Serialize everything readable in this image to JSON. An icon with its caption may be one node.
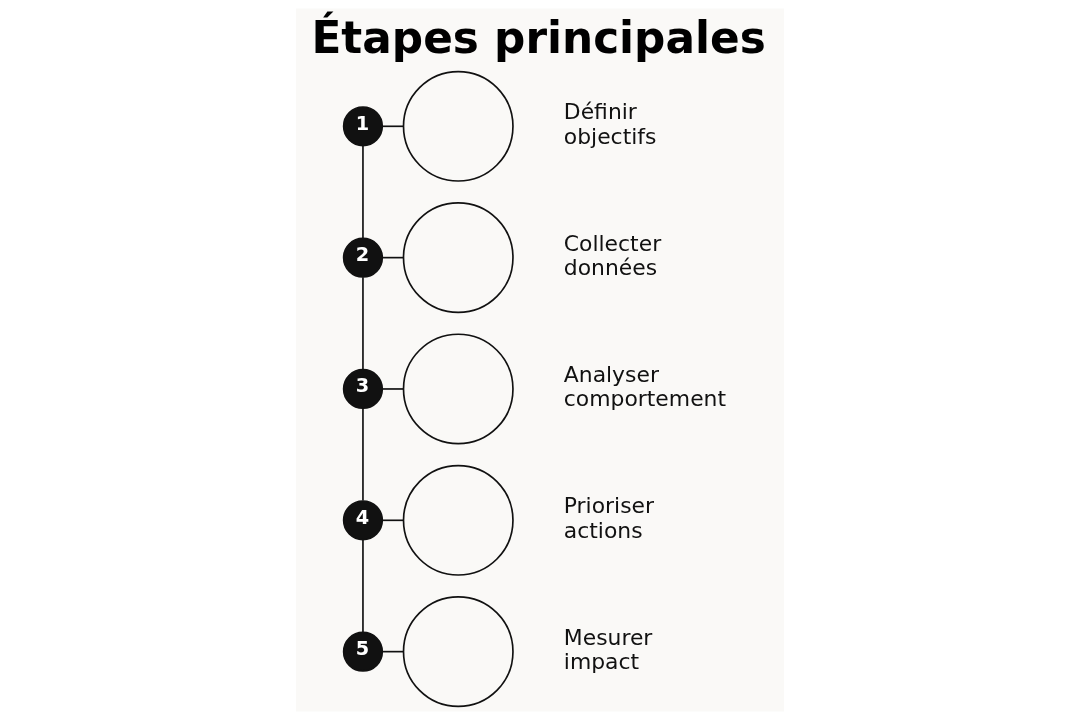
{
  "diagram": {
    "title": "Étapes principales",
    "nodes": [
      {
        "text": [
          "1"
        ]
      },
      {
        "text": [],
        "shape": "circle",
        "beside": [
          "Définir objectifs"
        ]
      },
      {
        "text": [
          "2"
        ]
      },
      {
        "text": [],
        "shape": "circle",
        "beside": [
          "Collecter données"
        ]
      },
      {
        "text": [
          "3"
        ]
      },
      {
        "text": [],
        "shape": "circle",
        "beside": [
          "Analyser comportement"
        ]
      },
      {
        "text": [
          "4"
        ]
      },
      {
        "text": [],
        "shape": "circle",
        "beside": [
          "Prioriser actions"
        ]
      },
      {
        "text": [
          "5"
        ]
      },
      {
        "text": [],
        "shape": "circle",
        "beside": [
          "Mesurer impact"
        ]
      }
    ],
    "edges": [
      {
        "from": 0,
        "to": 1,
        "arrow": "none"
      },
      {
        "from": 0,
        "to": 2,
        "arrow": "none"
      },
      {
        "from": 2,
        "to": 3,
        "arrow": "none"
      },
      {
        "from": 2,
        "to": 4,
        "arrow": "none"
      },
      {
        "from": 4,
        "to": 5,
        "arrow": "none"
      },
      {
        "from": 4,
        "to": 6,
        "arrow": "none"
      },
      {
        "from": 6,
        "to": 7,
        "arrow": "none"
      },
      {
        "from": 6,
        "to": 8,
        "arrow": "none"
      },
      {
        "from": 8,
        "to": 9,
        "arrow": "none"
      }
    ]
  }
}
